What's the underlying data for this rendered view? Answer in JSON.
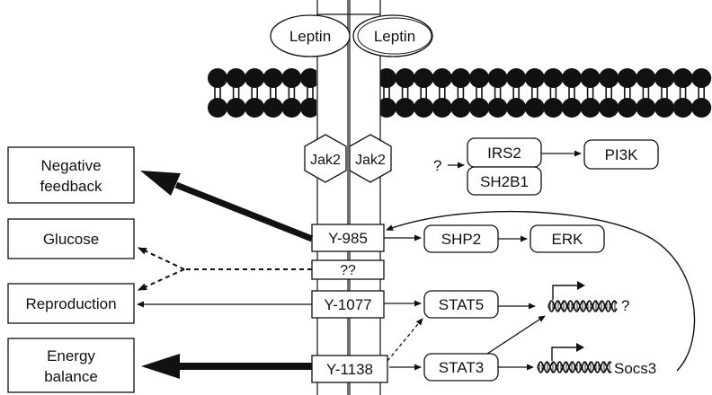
{
  "ligands": [
    "Leptin",
    "Leptin"
  ],
  "kinases": [
    "Jak2",
    "Jak2"
  ],
  "outcomes": {
    "negative_feedback": [
      "Negative",
      "feedback"
    ],
    "glucose": "Glucose",
    "reproduction": "Reproduction",
    "energy_balance": [
      "Energy",
      "balance"
    ]
  },
  "residues": {
    "y985": "Y-985",
    "unknown": "??",
    "y1077": "Y-1077",
    "y1138": "Y-1138"
  },
  "signaling": {
    "question_input": "?",
    "irs2": "IRS2",
    "sh2b1": "SH2B1",
    "pi3k": "PI3K",
    "shp2": "SHP2",
    "erk": "ERK",
    "stat5": "STAT5",
    "stat3": "STAT3"
  },
  "genes": {
    "unknown_target": "?",
    "socs3": "Socs3"
  }
}
